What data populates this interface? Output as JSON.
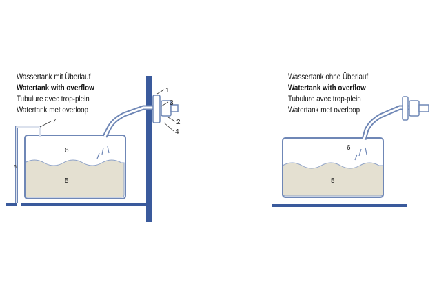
{
  "left": {
    "captions": [
      "Wassertank mit Überlauf",
      "Watertank with overflow",
      "Tubulure avec trop-plein",
      "Watertank met overloop"
    ],
    "labels": {
      "n1": "1",
      "n2": "2",
      "n3": "3",
      "n4": "4",
      "n5": "5",
      "n6": "6",
      "n7": "7",
      "n6b": "6"
    }
  },
  "right": {
    "captions": [
      "Wassertank ohne Überlauf",
      "Watertank with overflow",
      "Tubulure avec trop-plein",
      "Watertank met overloop"
    ],
    "labels": {
      "n5": "5",
      "n6": "6"
    }
  },
  "colors": {
    "wall": "#3a5a9c",
    "outline": "#6f87b6",
    "water": "#e4e0d1"
  }
}
